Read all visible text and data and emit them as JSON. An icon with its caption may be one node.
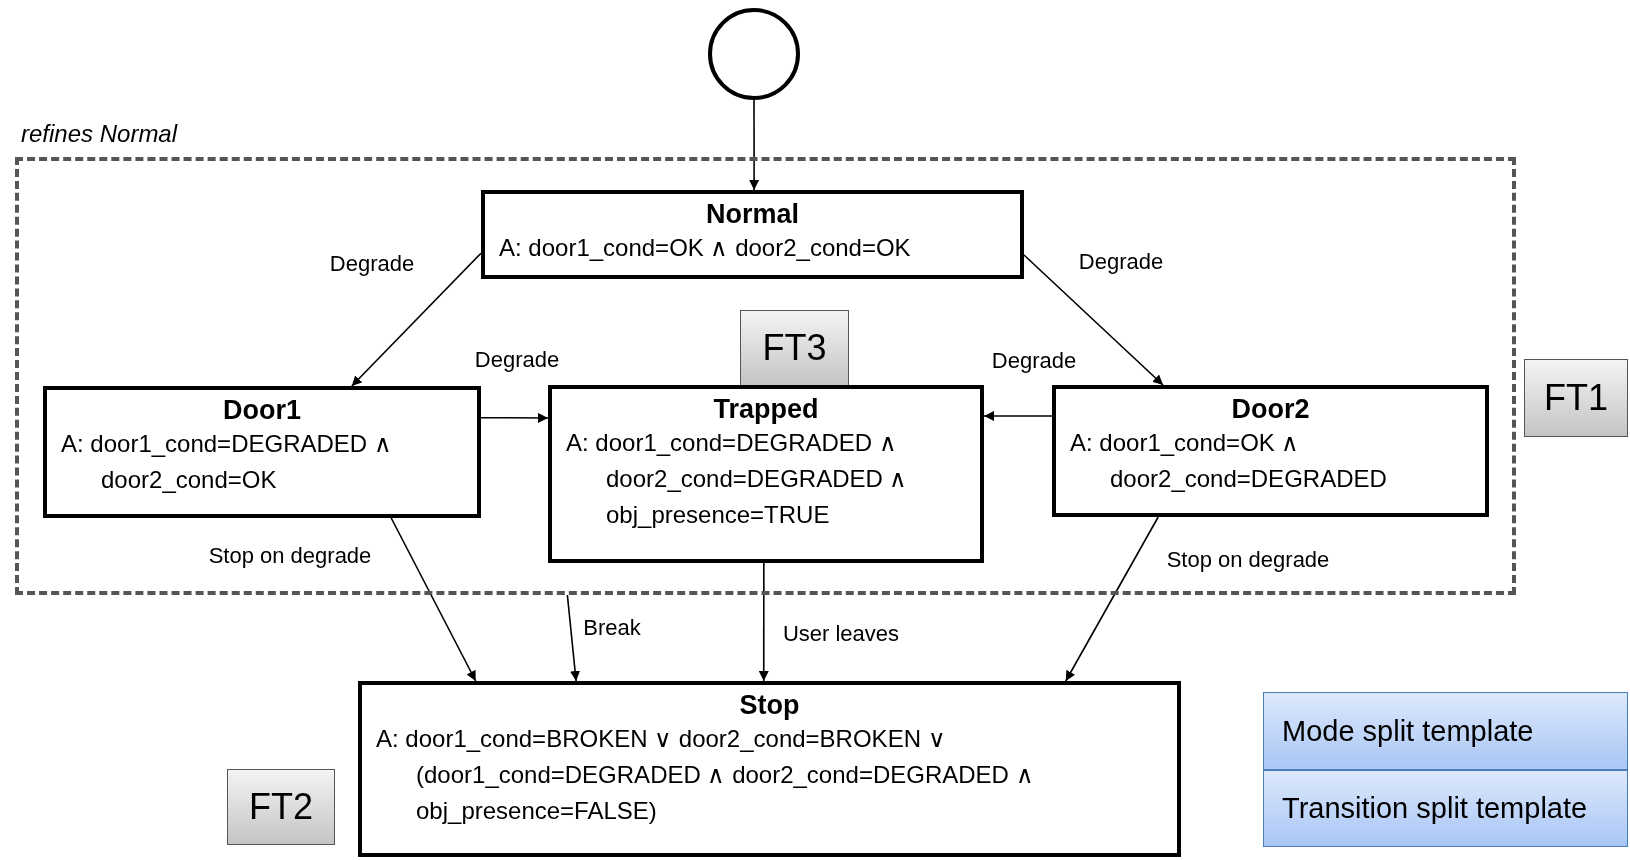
{
  "diagram": {
    "nodes": [
      {
        "text": [
          "refines Normal"
        ]
      },
      {
        "text": [],
        "shape": "circle"
      },
      {
        "text": [
          "Normal",
          "A: door1_cond=OK ∧ door2_cond=OK"
        ],
        "in": 0
      },
      {
        "text": [
          "FT3"
        ],
        "in": 0
      },
      {
        "text": [
          "Door1",
          "A: door1_cond=DEGRADED ∧ door2_cond=OK"
        ],
        "in": 0
      },
      {
        "text": [
          "Trapped",
          "A: door1_cond=DEGRADED ∧ door2_cond=DEGRADED ∧ obj_presence=TRUE"
        ],
        "in": 0
      },
      {
        "text": [
          "Door2",
          "A: door1_cond=OK ∧ door2_cond=DEGRADED"
        ],
        "in": 0
      },
      {
        "text": [
          "FT1"
        ]
      },
      {
        "text": [
          "Stop",
          "A: door1_cond=BROKEN ∨ door2_cond=BROKEN ∨ (door1_cond=DEGRADED ∧ door2_cond=DEGRADED ∧ obj_presence=FALSE)"
        ]
      },
      {
        "text": [
          "FT2"
        ]
      },
      {
        "text": [
          "Mode split template"
        ]
      },
      {
        "text": [
          "Transition split template"
        ]
      }
    ],
    "edges": [
      {
        "from": 1,
        "to": 2,
        "arrow": "to"
      },
      {
        "from": 2,
        "to": 4,
        "arrow": "to",
        "label": "Degrade"
      },
      {
        "from": 2,
        "to": 6,
        "arrow": "to",
        "label": "Degrade"
      },
      {
        "from": 4,
        "to": 5,
        "arrow": "to",
        "label": "Degrade"
      },
      {
        "from": 6,
        "to": 5,
        "arrow": "to",
        "label": "Degrade"
      },
      {
        "from": 4,
        "to": 8,
        "arrow": "to",
        "label": "Stop on degrade"
      },
      {
        "from": 0,
        "to": 8,
        "arrow": "to",
        "label": "Break"
      },
      {
        "from": 5,
        "to": 8,
        "arrow": "to",
        "label": "User leaves"
      },
      {
        "from": 6,
        "to": 8,
        "arrow": "to",
        "label": "Stop on degrade"
      }
    ]
  }
}
